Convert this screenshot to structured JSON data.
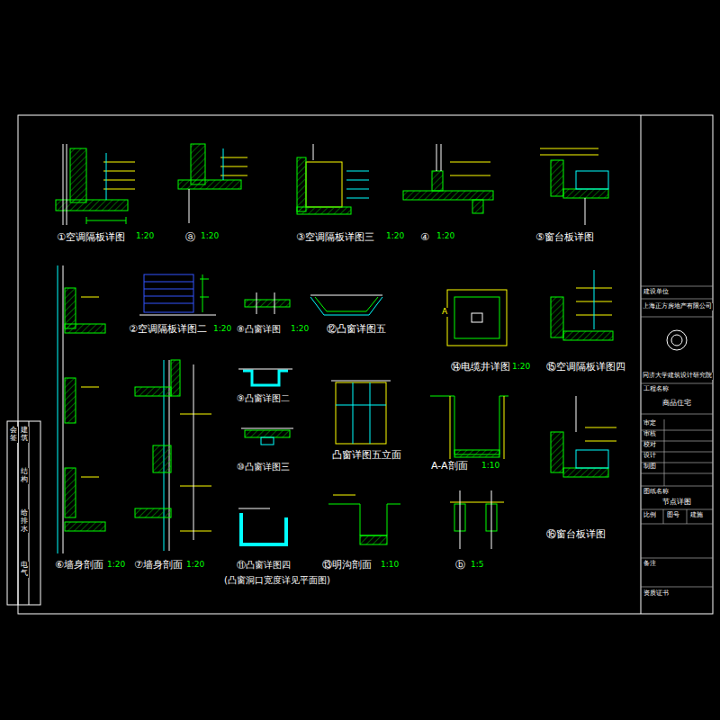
{
  "diagram": {
    "labels": [
      "①空调隔板详图",
      "1:20",
      "ⓐ",
      "1:20",
      "③空调隔板详图三",
      "1:20",
      "④",
      "1:20",
      "⑤窗台板详图",
      "②空调隔板详图二",
      "1:20",
      "⑧凸窗详图",
      "1:20",
      "⑫凸窗详图五",
      "⑭电缆井详图",
      "1:20",
      "⑮空调隔板详图四",
      "⑨凸窗详图二",
      "凸窗详图五立面",
      "A-A剖面",
      "1:10",
      "⑩凸窗详图三",
      "⑯窗台板详图",
      "⑪凸窗详图四",
      "(凸窗洞口宽度详见平面图)",
      "⑥墙身剖面",
      "1:20",
      "⑦墙身剖面",
      "1:20",
      "⑬明沟剖面",
      "1:10",
      "ⓑ",
      "1:5",
      "A",
      "建设单位",
      "上海正方房地产有限公司",
      "同济大学建筑设计研究院",
      "工程名称",
      "商品住宅",
      "审定",
      "审核",
      "校对",
      "设计",
      "制图",
      "图纸名称",
      "节点详图",
      "比例",
      "图号",
      "建施",
      "备注",
      "资质证书",
      "会签",
      "建筑",
      "结构",
      "给排水",
      "电气"
    ]
  }
}
